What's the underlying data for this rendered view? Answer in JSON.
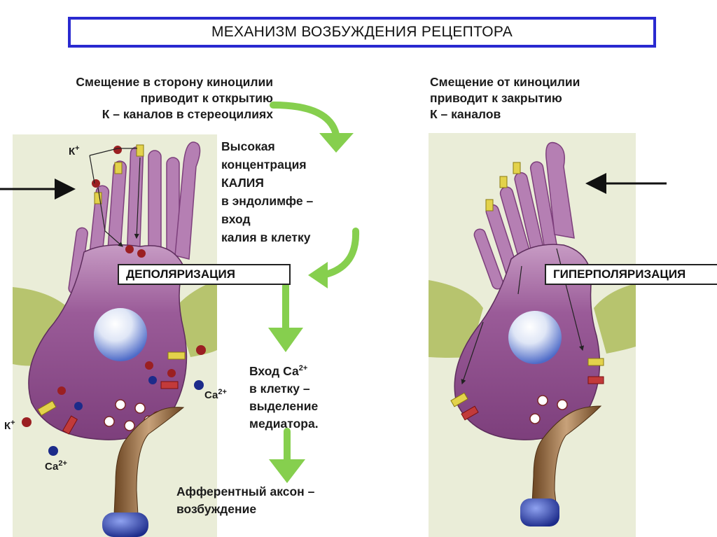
{
  "title": "МЕХАНИЗМ ВОЗБУЖДЕНИЯ РЕЦЕПТОРА",
  "left_panel": {
    "caption_lines": [
      "Смещение в сторону киноцилии",
      "приводит к открытию",
      "К – каналов в стереоцилиях"
    ],
    "potassium_text_lines": [
      "Высокая",
      "концентрация",
      "КАЛИЯ",
      "в эндолимфе –",
      "вход",
      "калия в клетку"
    ],
    "state_label": "ДЕПОЛЯРИЗАЦИЯ",
    "calcium_text": {
      "line1_prefix": "Вход Са",
      "line1_sup": "2+",
      "lines": [
        "в клетку –",
        "выделение",
        "медиатора."
      ]
    },
    "axon_text_lines": [
      "Афферентный аксон –",
      "возбуждение"
    ],
    "ion_labels": {
      "k_top": "К",
      "k_top_sup": "+",
      "k_bottom": "К",
      "k_bottom_sup": "+",
      "ca_right": "Са",
      "ca_right_sup": "2+",
      "ca_bottom": "Са",
      "ca_bottom_sup": "2+"
    }
  },
  "right_panel": {
    "caption_lines": [
      "Смещение от киноцилии",
      "приводит к закрытию",
      "К – каналов"
    ],
    "state_label": "ГИПЕРПОЛЯРИЗАЦИЯ"
  },
  "colors": {
    "title_border": "#2a2ad0",
    "cell_purple": "#8e4e8c",
    "stereocilia": "#b57fb3",
    "arrow_green": "#86cf4e",
    "background_panel": "#eaedd8",
    "support_cell": "#b7c46e",
    "nucleus": "#4e6bc8",
    "axon": "#9a6a3a",
    "axon_terminal": "#2a3fa8",
    "k_ion": "#9b1f22",
    "ca_ion": "#1c2b8a",
    "channel": "#e3d24b"
  }
}
